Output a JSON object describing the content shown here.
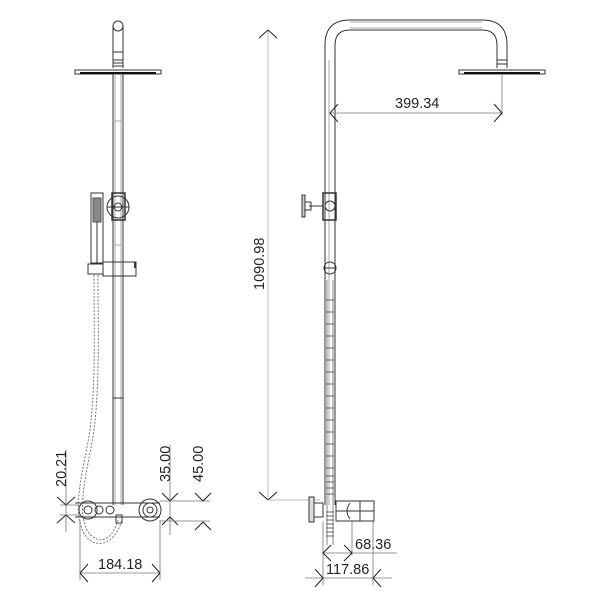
{
  "drawing": {
    "title": "Shower column technical drawing",
    "views": [
      "front-view",
      "side-view"
    ],
    "line_color": "#333333",
    "light_line_color": "#9a9a9a",
    "dimensions": {
      "total_height": "1090.98",
      "arm_projection": "399.34",
      "mixer_width": "184.18",
      "height_left_small": "20.21",
      "height_mid": "35.00",
      "height_right": "45.00",
      "mixer_depth_inner": "68.36",
      "mixer_depth_outer": "117.86"
    }
  }
}
